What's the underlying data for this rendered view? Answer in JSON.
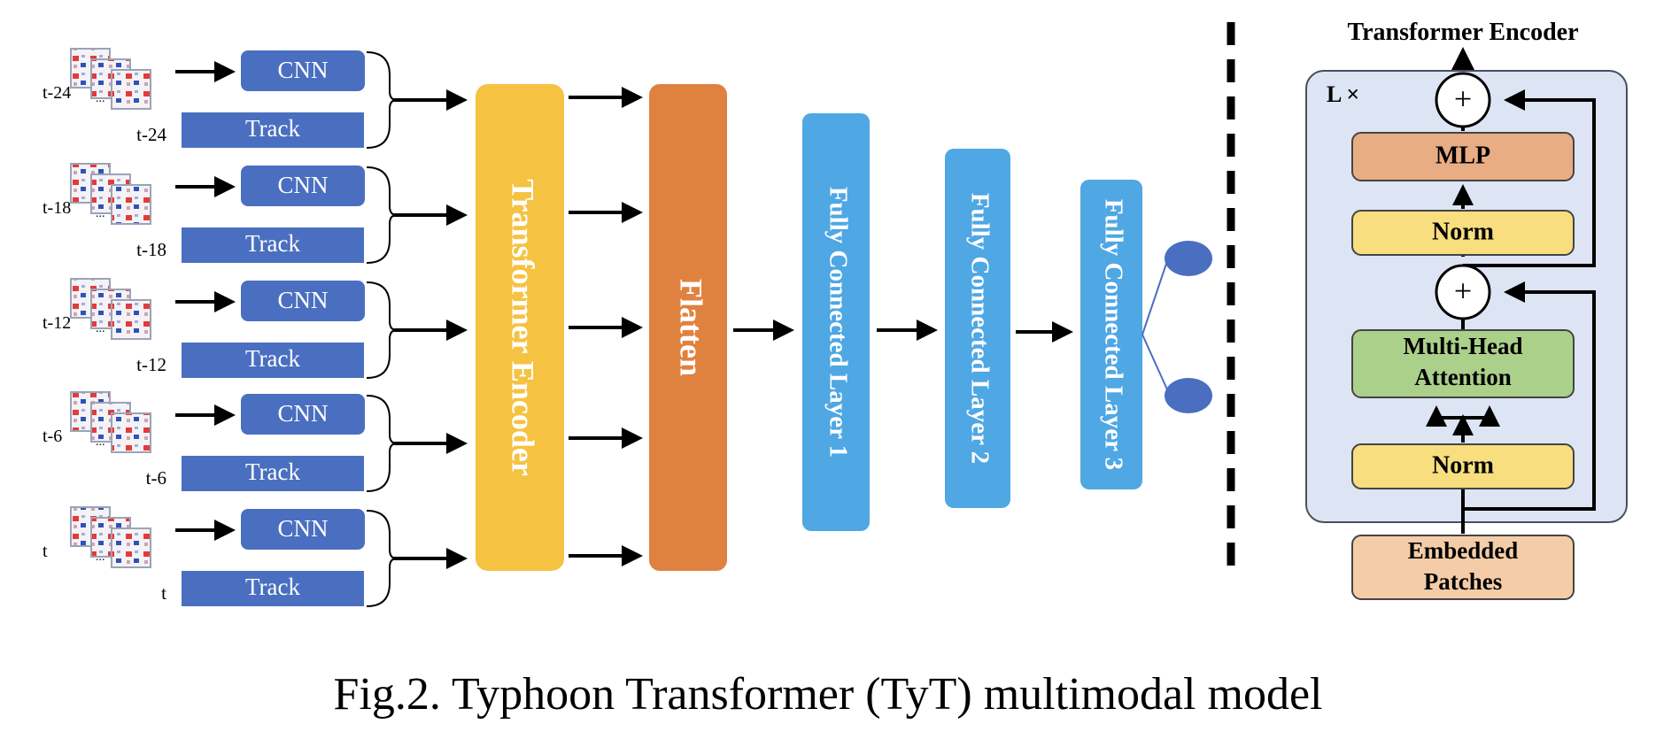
{
  "caption": "Fig.2. Typhoon Transformer (TyT) multimodal model",
  "colors": {
    "cnn_box": "#4a6fc0",
    "track_box": "#4a6fc0",
    "transformer_encoder": "#f5c242",
    "flatten": "#e0823f",
    "fc_layer": "#4fa7e4",
    "output_node": "#4a6fc0",
    "encoder_panel": "#dde4f3",
    "mlp": "#e9ad84",
    "norm": "#f8de7e",
    "attention": "#abd08a",
    "embedded": "#f4cda8"
  },
  "inputs": [
    {
      "time_label": "t-24",
      "cnn_label": "CNN",
      "track_label": "Track"
    },
    {
      "time_label": "t-18",
      "cnn_label": "CNN",
      "track_label": "Track"
    },
    {
      "time_label": "t-12",
      "cnn_label": "CNN",
      "track_label": "Track"
    },
    {
      "time_label": "t-6",
      "cnn_label": "CNN",
      "track_label": "Track"
    },
    {
      "time_label": "t",
      "cnn_label": "CNN",
      "track_label": "Track"
    }
  ],
  "pipeline": {
    "transformer_encoder": "Transformer Encoder",
    "flatten": "Flatten",
    "fc1": "Fully Connected Layer 1",
    "fc2": "Fully Connected Layer 2",
    "fc3": "Fully Connected Layer 3"
  },
  "encoder_block": {
    "title": "Transformer Encoder",
    "repeat_label": "L ×",
    "mlp": "MLP",
    "norm_top": "Norm",
    "attention_line1": "Multi-Head",
    "attention_line2": "Attention",
    "norm_bottom": "Norm",
    "embedded_line1": "Embedded",
    "embedded_line2": "Patches",
    "add_symbol": "+"
  }
}
